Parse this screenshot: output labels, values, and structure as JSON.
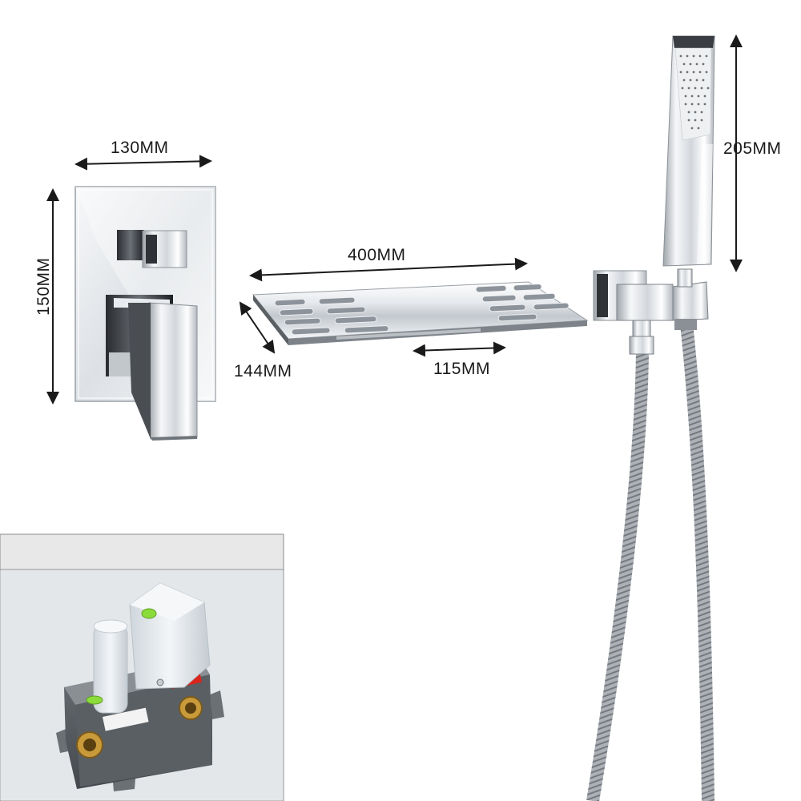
{
  "dimensions": {
    "mixer_width": "130MM",
    "mixer_height": "150MM",
    "spout_length": "400MM",
    "spout_depth": "144MM",
    "spout_outlet": "115MM",
    "hand_shower_length": "205MM"
  },
  "colors": {
    "chrome_light": "#f4f6f8",
    "chrome_mid": "#b9bec4",
    "chrome_dark": "#3c3f44",
    "dimension_line": "#1a1a1a",
    "valve_body": "#55595e",
    "brass": "#c99a3a",
    "level_green": "#8bdc3a",
    "label_red": "#d9261c"
  }
}
